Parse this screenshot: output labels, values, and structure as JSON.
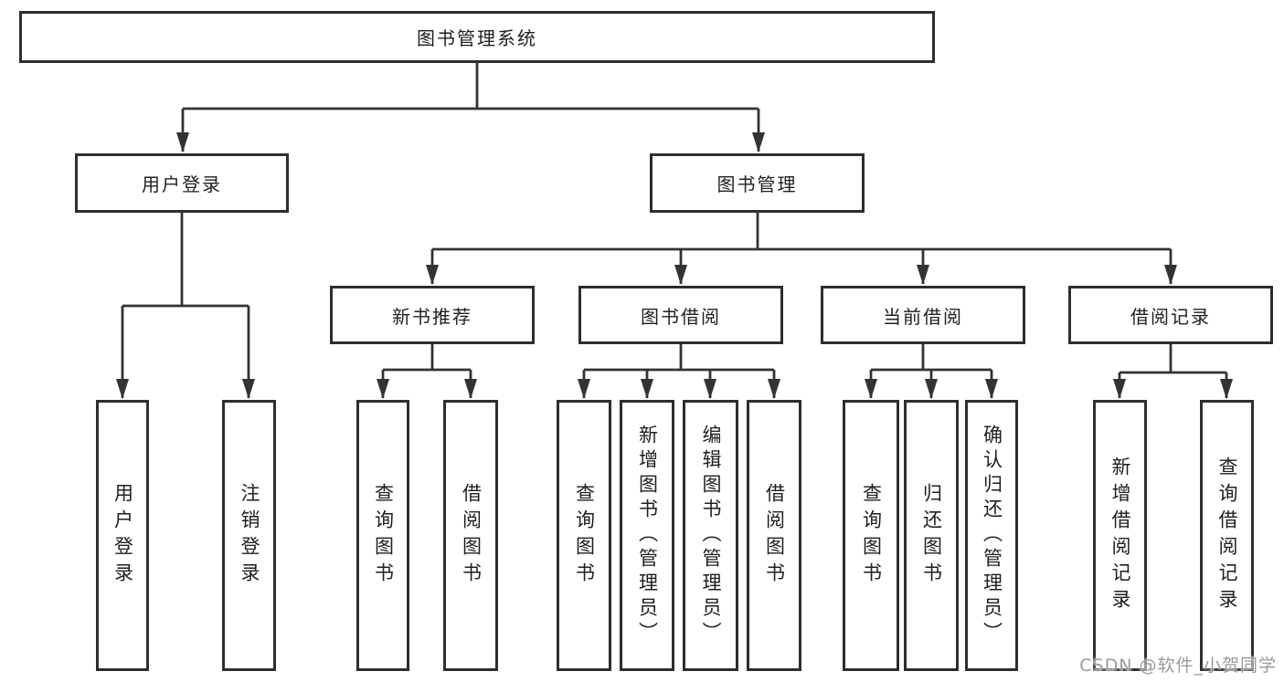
{
  "diagram": {
    "type": "hierarchy-tree",
    "line_color": "#333333",
    "border_color": "#2e2e2e",
    "text_color": "#1f1f1f",
    "background": "#ffffff"
  },
  "nodes": {
    "root": {
      "label": "图书管理系统"
    },
    "user_login": {
      "label": "用户登录"
    },
    "book_mgmt": {
      "label": "图书管理"
    },
    "new_book": {
      "label": "新书推荐"
    },
    "book_borrow": {
      "label": "图书借阅"
    },
    "current_borrow": {
      "label": "当前借阅"
    },
    "borrow_records": {
      "label": "借阅记录"
    },
    "ul_login": {
      "label": "用户登录"
    },
    "ul_logout": {
      "label": "注销登录"
    },
    "nb_query": {
      "label": "查询图书"
    },
    "nb_borrow": {
      "label": "借阅图书"
    },
    "bb_query": {
      "label": "查询图书"
    },
    "bb_add": {
      "label": "新增图书（管理员）"
    },
    "bb_edit": {
      "label": "编辑图书（管理员）"
    },
    "bb_borrow": {
      "label": "借阅图书"
    },
    "cb_query": {
      "label": "查询图书"
    },
    "cb_return": {
      "label": "归还图书"
    },
    "cb_confirm": {
      "label": "确认归还（管理员）"
    },
    "br_add": {
      "label": "新增借阅记录"
    },
    "br_query": {
      "label": "查询借阅记录"
    }
  },
  "structure": {
    "root": "图书管理系统",
    "children": [
      {
        "label": "用户登录",
        "children": [
          "用户登录",
          "注销登录"
        ]
      },
      {
        "label": "图书管理",
        "children": [
          {
            "label": "新书推荐",
            "children": [
              "查询图书",
              "借阅图书"
            ]
          },
          {
            "label": "图书借阅",
            "children": [
              "查询图书",
              "新增图书（管理员）",
              "编辑图书（管理员）",
              "借阅图书"
            ]
          },
          {
            "label": "当前借阅",
            "children": [
              "查询图书",
              "归还图书",
              "确认归还（管理员）"
            ]
          },
          {
            "label": "借阅记录",
            "children": [
              "新增借阅记录",
              "查询借阅记录"
            ]
          }
        ]
      }
    ]
  },
  "watermark": {
    "text": "CSDN @软件_小贺同学",
    "color": "#9a9a9a"
  }
}
